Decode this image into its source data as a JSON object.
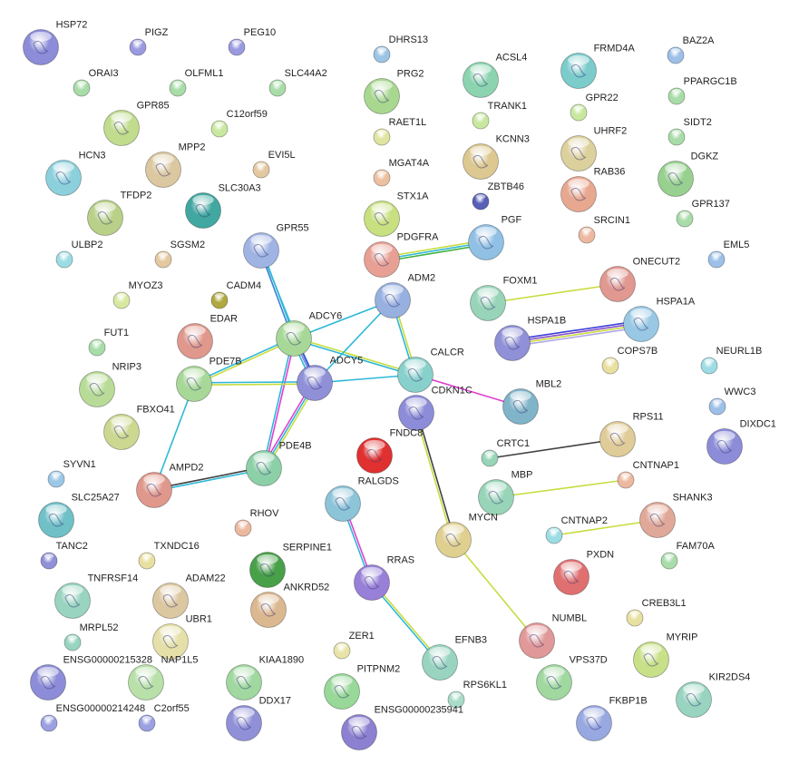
{
  "network": {
    "nodes": [
      {
        "label": "HSP72",
        "color": "#8c8cd8",
        "structure": true
      },
      {
        "label": "PIGZ",
        "color": "#9a9ae0",
        "structure": false
      },
      {
        "label": "PEG10",
        "color": "#9a9ae0",
        "structure": false
      },
      {
        "label": "DHRS13",
        "color": "#9cc4e4",
        "structure": false
      },
      {
        "label": "ACSL4",
        "color": "#8cd4b0",
        "structure": true
      },
      {
        "label": "FRMD4A",
        "color": "#7ccccc",
        "structure": true
      },
      {
        "label": "BAZ2A",
        "color": "#9cc0e8",
        "structure": false
      },
      {
        "label": "ORAI3",
        "color": "#a8dca8",
        "structure": false
      },
      {
        "label": "OLFML1",
        "color": "#a8dca8",
        "structure": false
      },
      {
        "label": "SLC44A2",
        "color": "#a8dca8",
        "structure": false
      },
      {
        "label": "PRG2",
        "color": "#a8d890",
        "structure": true
      },
      {
        "label": "GPR22",
        "color": "#c8e8a0",
        "structure": false
      },
      {
        "label": "PPARGC1B",
        "color": "#a8dca8",
        "structure": false
      },
      {
        "label": "GPR85",
        "color": "#c0dc8c",
        "structure": true
      },
      {
        "label": "C12orf59",
        "color": "#c8e8a0",
        "structure": false
      },
      {
        "label": "RAET1L",
        "color": "#e0e4a0",
        "structure": false
      },
      {
        "label": "TRANK1",
        "color": "#c8e8a0",
        "structure": false
      },
      {
        "label": "SIDT2",
        "color": "#a8dca8",
        "structure": false
      },
      {
        "label": "UHRF2",
        "color": "#dcd09c",
        "structure": true
      },
      {
        "label": "KCNN3",
        "color": "#dcc890",
        "structure": true
      },
      {
        "label": "HCN3",
        "color": "#8cd0dc",
        "structure": true
      },
      {
        "label": "MPP2",
        "color": "#dcc8a0",
        "structure": true
      },
      {
        "label": "EVI5L",
        "color": "#e4c8a0",
        "structure": false
      },
      {
        "label": "MGAT4A",
        "color": "#ecc0a0",
        "structure": false
      },
      {
        "label": "ZBTB46",
        "color": "#5860b8",
        "structure": false
      },
      {
        "label": "RAB36",
        "color": "#e8a890",
        "structure": true
      },
      {
        "label": "DGKZ",
        "color": "#98d090",
        "structure": true
      },
      {
        "label": "TFDP2",
        "color": "#b8d088",
        "structure": true
      },
      {
        "label": "SLC30A3",
        "color": "#40a8a0",
        "structure": true
      },
      {
        "label": "STX1A",
        "color": "#c8e080",
        "structure": true
      },
      {
        "label": "GPR137",
        "color": "#a8dca8",
        "structure": false
      },
      {
        "label": "PGF",
        "color": "#90c0e4",
        "structure": true
      },
      {
        "label": "SRCIN1",
        "color": "#ecb8a0",
        "structure": false
      },
      {
        "label": "ULBP2",
        "color": "#9cdce4",
        "structure": false
      },
      {
        "label": "SGSM2",
        "color": "#e4c8a0",
        "structure": false
      },
      {
        "label": "GPR55",
        "color": "#a0b4e4",
        "structure": true
      },
      {
        "label": "PDGFRA",
        "color": "#e8a094",
        "structure": true
      },
      {
        "label": "EML5",
        "color": "#9cc0e8",
        "structure": false
      },
      {
        "label": "MYOZ3",
        "color": "#d8e8a0",
        "structure": false
      },
      {
        "label": "CADM4",
        "color": "#b0a840",
        "structure": false
      },
      {
        "label": "ADM2",
        "color": "#98b0e0",
        "structure": true
      },
      {
        "label": "FOXM1",
        "color": "#98d4b8",
        "structure": true
      },
      {
        "label": "ONECUT2",
        "color": "#e09890",
        "structure": true
      },
      {
        "label": "EDAR",
        "color": "#e0988c",
        "structure": true
      },
      {
        "label": "ADCY6",
        "color": "#a8d898",
        "structure": true
      },
      {
        "label": "HSPA1A",
        "color": "#98c8e4",
        "structure": true
      },
      {
        "label": "HSPA1B",
        "color": "#9090d8",
        "structure": true
      },
      {
        "label": "FUT1",
        "color": "#a8dca8",
        "structure": false
      },
      {
        "label": "COPS7B",
        "color": "#e8e0a0",
        "structure": false
      },
      {
        "label": "NEURL1B",
        "color": "#9cdce4",
        "structure": false
      },
      {
        "label": "PDE7B",
        "color": "#a8d898",
        "structure": true
      },
      {
        "label": "ADCY5",
        "color": "#9090d8",
        "structure": true
      },
      {
        "label": "CALCR",
        "color": "#88d0cc",
        "structure": true
      },
      {
        "label": "NRIP3",
        "color": "#b8dc98",
        "structure": true
      },
      {
        "label": "MBL2",
        "color": "#80b4c8",
        "structure": true
      },
      {
        "label": "CDKN1C",
        "color": "#8c8cd8",
        "structure": true
      },
      {
        "label": "WWC3",
        "color": "#9cc0e8",
        "structure": false
      },
      {
        "label": "FBXO41",
        "color": "#ccd890",
        "structure": true
      },
      {
        "label": "FNDC8",
        "color": "#e03030",
        "structure": true
      },
      {
        "label": "RPS11",
        "color": "#e0cc98",
        "structure": true
      },
      {
        "label": "DIXDC1",
        "color": "#8c8cd8",
        "structure": true
      },
      {
        "label": "CRTC1",
        "color": "#98d4b8",
        "structure": false
      },
      {
        "label": "SYVN1",
        "color": "#9cc8e8",
        "structure": false
      },
      {
        "label": "AMPD2",
        "color": "#e0988c",
        "structure": true
      },
      {
        "label": "PDE4B",
        "color": "#8cd0a8",
        "structure": true
      },
      {
        "label": "CNTNAP1",
        "color": "#ecb8a0",
        "structure": false
      },
      {
        "label": "RALGDS",
        "color": "#8cc4d8",
        "structure": true
      },
      {
        "label": "MBP",
        "color": "#98d4b8",
        "structure": true
      },
      {
        "label": "SLC25A27",
        "color": "#70c0c8",
        "structure": true
      },
      {
        "label": "SHANK3",
        "color": "#e0a898",
        "structure": true
      },
      {
        "label": "RHOV",
        "color": "#ecb8a0",
        "structure": false
      },
      {
        "label": "MYCN",
        "color": "#e0d090",
        "structure": true
      },
      {
        "label": "CNTNAP2",
        "color": "#9cdce4",
        "structure": false
      },
      {
        "label": "TANC2",
        "color": "#9090d8",
        "structure": false
      },
      {
        "label": "TXNDC16",
        "color": "#e8e0a0",
        "structure": false
      },
      {
        "label": "SERPINE1",
        "color": "#48a048",
        "structure": true
      },
      {
        "label": "FAM70A",
        "color": "#a8dca8",
        "structure": false
      },
      {
        "label": "RRAS",
        "color": "#9880d8",
        "structure": true
      },
      {
        "label": "PXDN",
        "color": "#e07070",
        "structure": true
      },
      {
        "label": "TNFRSF14",
        "color": "#98d4c0",
        "structure": true
      },
      {
        "label": "ADAM22",
        "color": "#dcc8a0",
        "structure": true
      },
      {
        "label": "ANKRD52",
        "color": "#dcb890",
        "structure": true
      },
      {
        "label": "CREB3L1",
        "color": "#e8e0a0",
        "structure": false
      },
      {
        "label": "MRPL52",
        "color": "#98d4c0",
        "structure": false
      },
      {
        "label": "UBR1",
        "color": "#e4e0a8",
        "structure": true
      },
      {
        "label": "ZER1",
        "color": "#e8e4a8",
        "structure": false
      },
      {
        "label": "NUMBL",
        "color": "#e09898",
        "structure": true
      },
      {
        "label": "MYRIP",
        "color": "#c8e088",
        "structure": true
      },
      {
        "label": "ENSG00000215328",
        "color": "#8c8cd8",
        "structure": true
      },
      {
        "label": "NAP1L5",
        "color": "#b8e0a8",
        "structure": true
      },
      {
        "label": "KIAA1890",
        "color": "#a0d8a0",
        "structure": true
      },
      {
        "label": "PITPNM2",
        "color": "#98d898",
        "structure": true
      },
      {
        "label": "EFNB3",
        "color": "#98d4c0",
        "structure": true
      },
      {
        "label": "VPS37D",
        "color": "#a0d8a0",
        "structure": true
      },
      {
        "label": "KIR2DS4",
        "color": "#98d4c0",
        "structure": true
      },
      {
        "label": "RPS6KL1",
        "color": "#a8dcc8",
        "structure": false
      },
      {
        "label": "ENSG00000214248",
        "color": "#9aa0e0",
        "structure": false
      },
      {
        "label": "C2orf55",
        "color": "#9aa0e0",
        "structure": false
      },
      {
        "label": "DDX17",
        "color": "#9090d8",
        "structure": true
      },
      {
        "label": "FKBP1B",
        "color": "#98a8e0",
        "structure": true
      },
      {
        "label": "ENSG00000235941",
        "color": "#8c80d0",
        "structure": true
      }
    ],
    "edges": [
      {
        "source": "GPR55",
        "target": "ADCY6",
        "evidence": [
          "#2eb8d8",
          "#3a80d8"
        ]
      },
      {
        "source": "GPR55",
        "target": "ADCY5",
        "evidence": [
          "#2eb8d8"
        ]
      },
      {
        "source": "ADCY6",
        "target": "ADM2",
        "evidence": [
          "#2eb8d8"
        ]
      },
      {
        "source": "ADCY6",
        "target": "CALCR",
        "evidence": [
          "#c8dc40",
          "#2eb8d8"
        ]
      },
      {
        "source": "ADCY6",
        "target": "PDE7B",
        "evidence": [
          "#c8dc40",
          "#2eb8d8"
        ]
      },
      {
        "source": "ADCY6",
        "target": "ADCY5",
        "evidence": [
          "#3a50d8",
          "#9a80e0",
          "#2eb8d8"
        ]
      },
      {
        "source": "ADCY6",
        "target": "PDE4B",
        "evidence": [
          "#e040d0",
          "#2eb8d8"
        ]
      },
      {
        "source": "ADCY5",
        "target": "ADM2",
        "evidence": [
          "#2eb8d8"
        ]
      },
      {
        "source": "ADCY5",
        "target": "CALCR",
        "evidence": [
          "#2eb8d8"
        ]
      },
      {
        "source": "ADCY5",
        "target": "PDE7B",
        "evidence": [
          "#c8dc40",
          "#2eb8d8"
        ]
      },
      {
        "source": "ADCY5",
        "target": "PDE4B",
        "evidence": [
          "#c8dc40",
          "#2eb8d8",
          "#e040d0"
        ]
      },
      {
        "source": "ADM2",
        "target": "CALCR",
        "evidence": [
          "#c8dc40",
          "#2eb8d8"
        ]
      },
      {
        "source": "PDE7B",
        "target": "AMPD2",
        "evidence": [
          "#2eb8d8"
        ]
      },
      {
        "source": "AMPD2",
        "target": "PDE4B",
        "evidence": [
          "#404040",
          "#2eb8d8"
        ]
      },
      {
        "source": "CALCR",
        "target": "MBL2",
        "evidence": [
          "#e040d0"
        ]
      },
      {
        "source": "PDGFRA",
        "target": "PGF",
        "evidence": [
          "#c8dc40",
          "#2eb8d8",
          "#40b040"
        ]
      },
      {
        "source": "FOXM1",
        "target": "ONECUT2",
        "evidence": [
          "#c8dc40"
        ]
      },
      {
        "source": "HSPA1B",
        "target": "HSPA1A",
        "evidence": [
          "#3a40d8",
          "#8a50c8",
          "#c8dc40",
          "#b0a8e8"
        ]
      },
      {
        "source": "CDKN1C",
        "target": "MYCN",
        "evidence": [
          "#404040",
          "#c8dc40"
        ]
      },
      {
        "source": "CRTC1",
        "target": "RPS11",
        "evidence": [
          "#404040"
        ]
      },
      {
        "source": "MBP",
        "target": "CNTNAP1",
        "evidence": [
          "#c8dc40"
        ]
      },
      {
        "source": "CNTNAP2",
        "target": "SHANK3",
        "evidence": [
          "#c8dc40"
        ]
      },
      {
        "source": "RALGDS",
        "target": "RRAS",
        "evidence": [
          "#e040d0",
          "#2eb8d8"
        ]
      },
      {
        "source": "RRAS",
        "target": "EFNB3",
        "evidence": [
          "#c8dc40",
          "#2eb8d8"
        ]
      },
      {
        "source": "MYCN",
        "target": "NUMBL",
        "evidence": [
          "#c8dc40"
        ]
      }
    ]
  }
}
